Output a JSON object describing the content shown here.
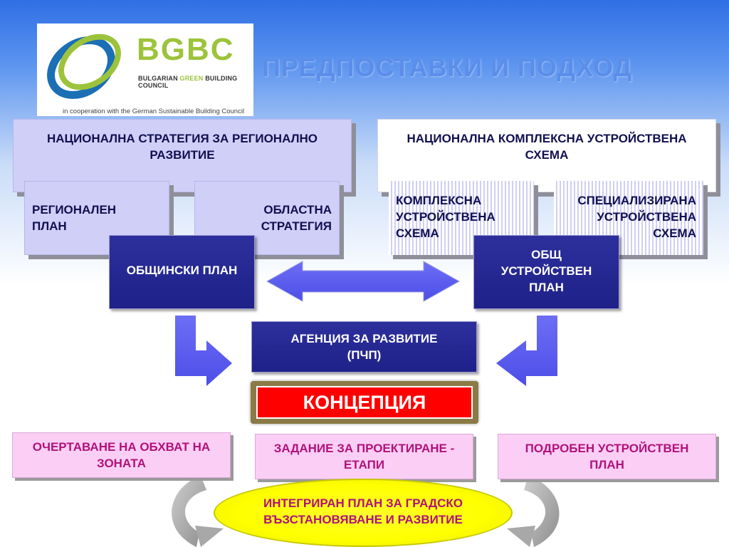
{
  "logo": {
    "brand": "BGBC",
    "subtitle_pre": "BULGARIAN ",
    "subtitle_green": "GREEN",
    "subtitle_post": " BUILDING COUNCIL",
    "cooperation": "in cooperation with the German Sustainable Building Council"
  },
  "title": "ПРЕДПОСТАВКИ И ПОДХОД",
  "left_group": {
    "header": "НАЦИОНАЛНА СТРАТЕГИЯ ЗА РЕГИОНАЛНО РАЗВИТИЕ",
    "regional": "РЕГИОНАЛЕН ПЛАН",
    "district": "ОБЛАСТНА СТРАТЕГИЯ",
    "municipal": "ОБЩИНСКИ ПЛАН"
  },
  "right_group": {
    "header": "НАЦИОНАЛНА КОМПЛЕКСНА УСТРОЙСТВЕНА СХЕМА",
    "complex": "КОМПЛЕКСНА УСТРОЙСТВЕНА СХЕМА",
    "specialized": "СПЕЦИАЛИЗИРАНА УСТРОЙСТВЕНА СХЕМА",
    "general": "ОБЩ УСТРОЙСТВЕН ПЛАН"
  },
  "agency": "АГЕНЦИЯ ЗА РАЗВИТИЕ (ПЧП)",
  "concept": "КОНЦЕПЦИЯ",
  "bottom": {
    "scope": "ОЧЕРТАВАНЕ НА ОБХВАТ НА ЗОНАТА",
    "design_task": "ЗАДАНИЕ ЗА ПРОЕКТИРАНЕ - ЕТАПИ",
    "detailed_plan": "ПОДРОБЕН УСТРОЙСТВЕН ПЛАН",
    "integrated": "ИНТЕГРИРАН ПЛАН ЗА ГРАДСКО ВЪЗСТАНОВЯВАНЕ И РАЗВИТИЕ"
  },
  "colors": {
    "navy": "#23258f",
    "lavender": "#d0cff7",
    "arrow_blue": "#5b5cf0",
    "concept_red": "#ff0000",
    "magenta_text": "#b0127a",
    "ellipse_yellow": "#ffff00"
  }
}
